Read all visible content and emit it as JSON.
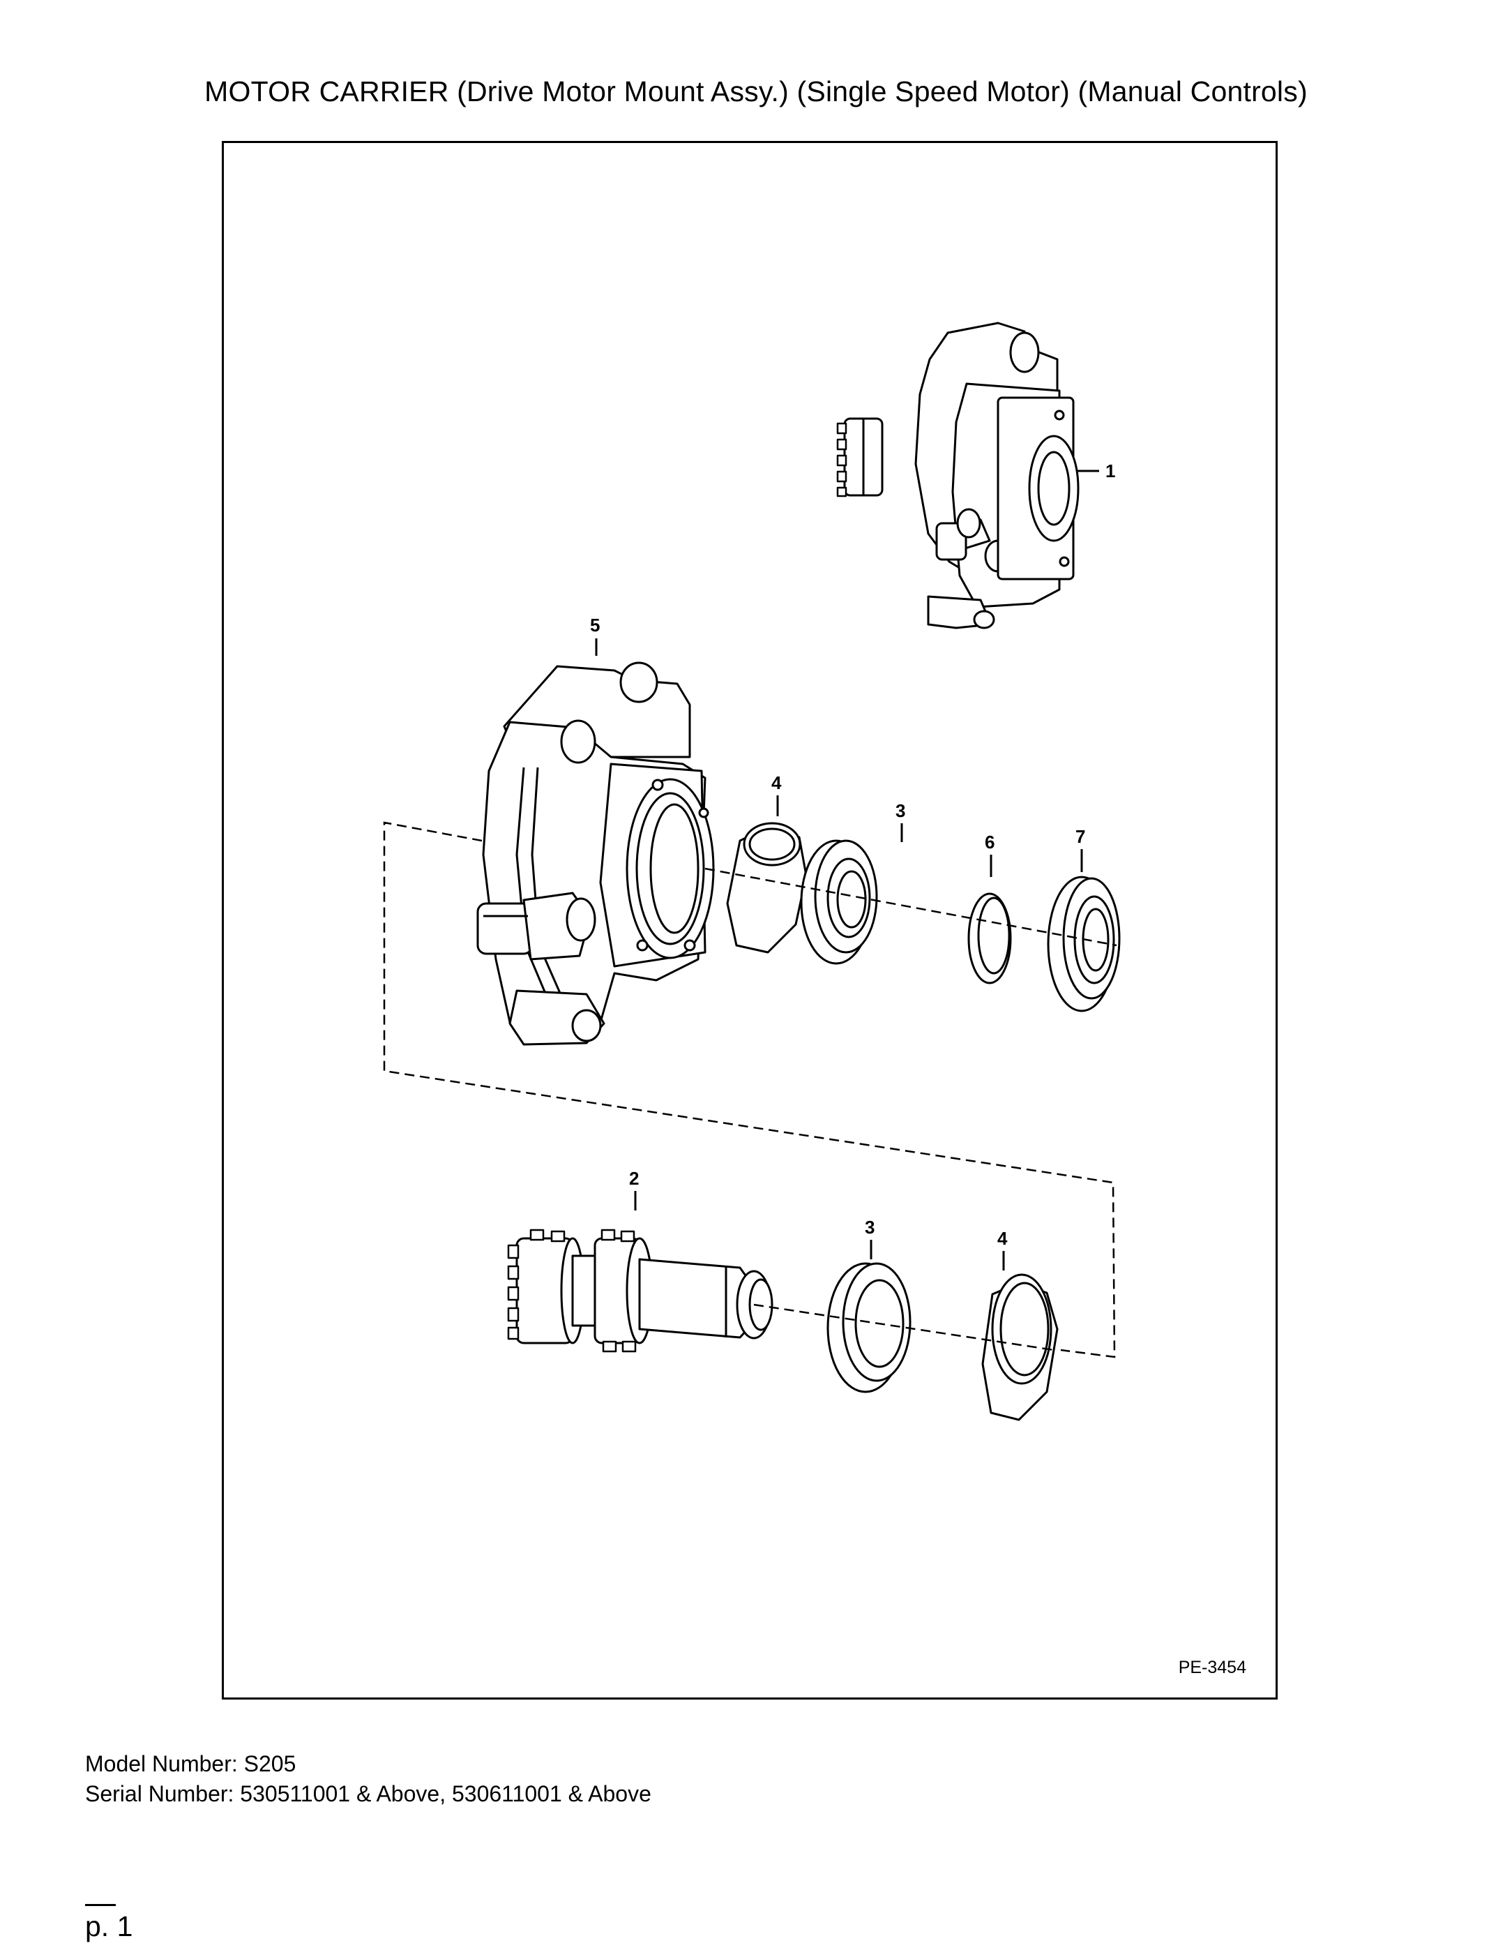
{
  "header": {
    "title": "MOTOR CARRIER (Drive Motor Mount Assy.) (Single Speed Motor) (Manual Controls)"
  },
  "diagram": {
    "plate_id": "PE-3454",
    "callouts": [
      "1",
      "5",
      "4",
      "3",
      "6",
      "7",
      "2",
      "3",
      "4"
    ]
  },
  "footer": {
    "model": "Model Number: S205",
    "serial": "Serial Number: 530511001 & Above, 530611001 & Above",
    "page": "p. 1"
  }
}
